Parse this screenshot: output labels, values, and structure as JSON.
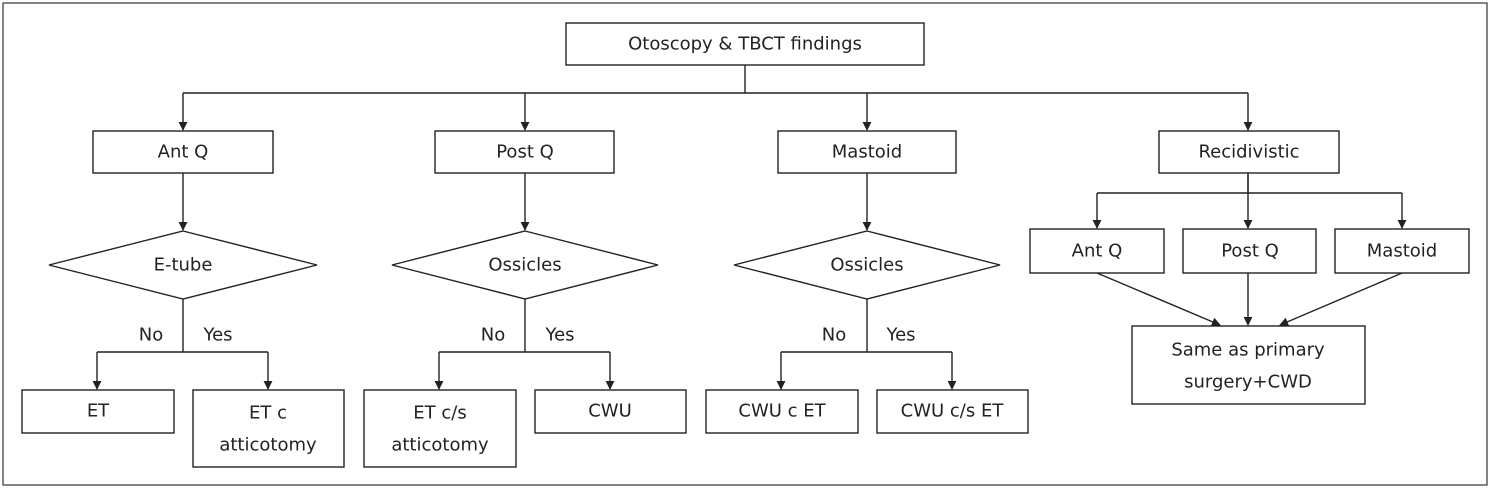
{
  "title": "Otoscopy & TBCT findings",
  "branches": [
    {
      "label": "Ant Q",
      "decision": "E-tube",
      "no_label": "No",
      "yes_label": "Yes",
      "no_lines": [
        "ET"
      ],
      "yes_lines": [
        "ET c",
        "atticotomy"
      ]
    },
    {
      "label": "Post Q",
      "decision": "Ossicles",
      "no_label": "No",
      "yes_label": "Yes",
      "no_lines": [
        "ET c/s",
        "atticotomy"
      ],
      "yes_lines": [
        "CWU"
      ]
    },
    {
      "label": "Mastoid",
      "decision": "Ossicles",
      "no_label": "No",
      "yes_label": "Yes",
      "no_lines": [
        "CWU c ET"
      ],
      "yes_lines": [
        "CWU c/s ET"
      ]
    }
  ],
  "recidivistic": {
    "label": "Recidivistic",
    "children": [
      "Ant Q",
      "Post Q",
      "Mastoid"
    ],
    "result_lines": [
      "Same as primary",
      "surgery+CWD"
    ]
  }
}
